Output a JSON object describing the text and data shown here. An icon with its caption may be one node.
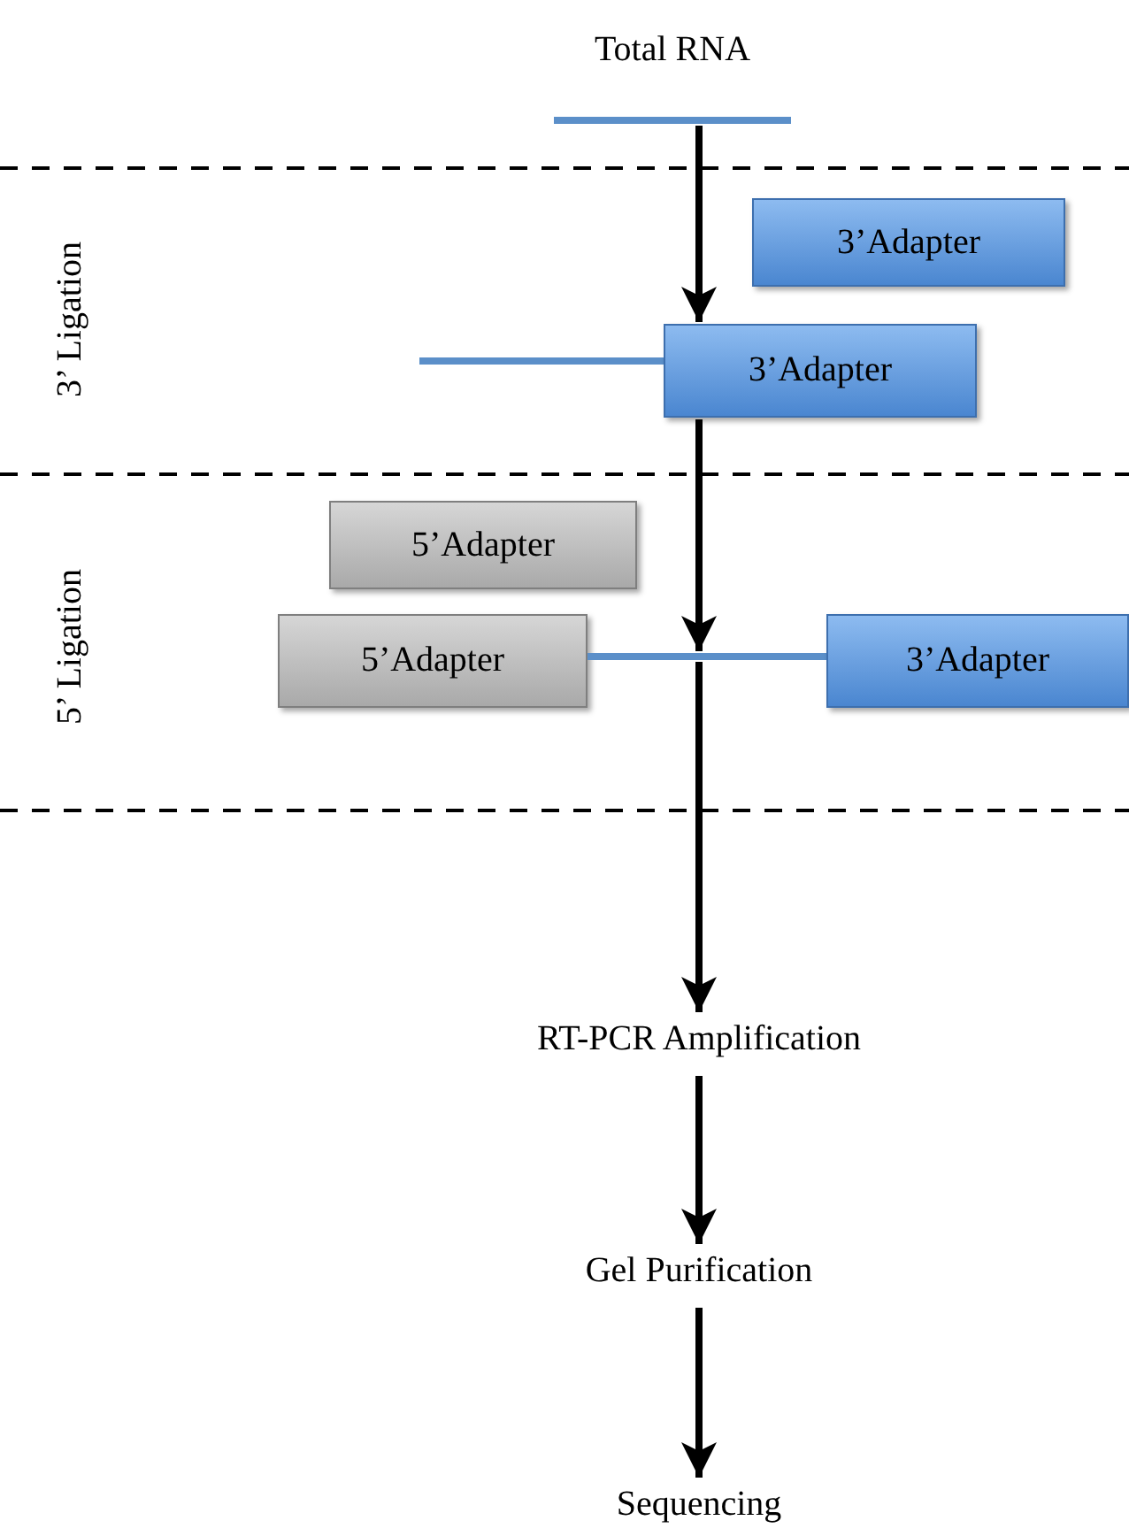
{
  "diagram": {
    "nodes": [
      {
        "text": [
          "Total RNA"
        ]
      },
      {
        "text": [],
        "shape": "bar"
      },
      {
        "text": [
          "3’Adapter"
        ]
      },
      {
        "text": [],
        "shape": "bar"
      },
      {
        "text": [
          "3’Adapter"
        ]
      },
      {
        "text": [
          "5’Adapter"
        ]
      },
      {
        "text": [
          "5’Adapter"
        ]
      },
      {
        "text": [],
        "shape": "bar"
      },
      {
        "text": [
          "3’Adapter"
        ]
      },
      {
        "text": [
          "RT-PCR Amplification"
        ]
      },
      {
        "text": [
          "Gel Purification"
        ]
      },
      {
        "text": [
          "Sequencing"
        ]
      }
    ],
    "edges": [
      {
        "from": 1,
        "to": 4,
        "arrow": "to"
      },
      {
        "from": 4,
        "to": 7,
        "arrow": "to"
      },
      {
        "from": 7,
        "to": 9,
        "arrow": "to"
      },
      {
        "from": 9,
        "to": 10,
        "arrow": "to"
      },
      {
        "from": 10,
        "to": 11,
        "arrow": "to"
      }
    ],
    "labels": [
      "3’ Ligation",
      "5’ Ligation"
    ]
  }
}
